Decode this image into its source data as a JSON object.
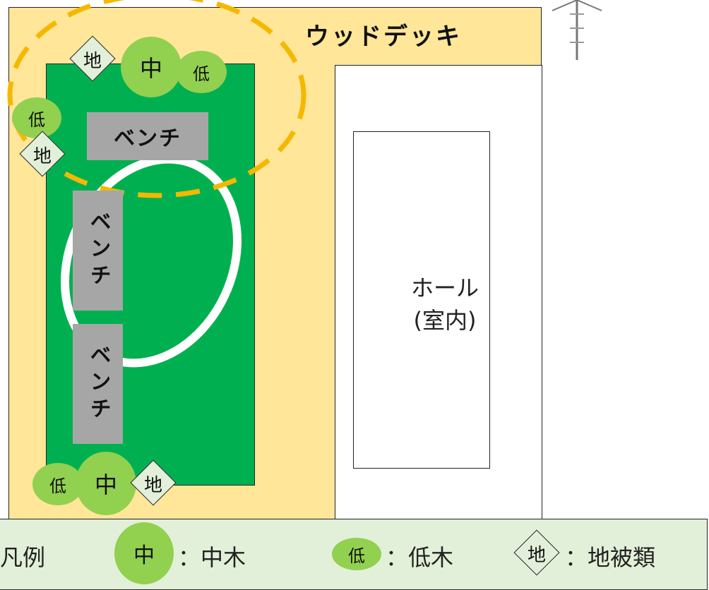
{
  "deck": {
    "label": "ウッドデッキ"
  },
  "hall": {
    "label": "ホール\n(室内)"
  },
  "benches": [
    {
      "label": "ベンチ"
    },
    {
      "label": "ベンチ"
    },
    {
      "label": "ベンチ"
    }
  ],
  "plants": {
    "medium_tree": "中",
    "low_tree": "低",
    "ground_cover": "地"
  },
  "legend": {
    "title": "凡例",
    "medium_symbol": "中",
    "medium_desc": "：中木",
    "low_symbol": "低",
    "low_desc": "：低木",
    "ground_symbol": "地",
    "ground_desc": "：地被類"
  },
  "colors": {
    "deck": "#ffe699",
    "lawn": "#00b050",
    "tree": "#92d050",
    "ground_cover": "#e2f0d9",
    "bench": "#a6a6a6",
    "highlight": "#f5b800",
    "legend_bg": "#e2f0d9"
  }
}
